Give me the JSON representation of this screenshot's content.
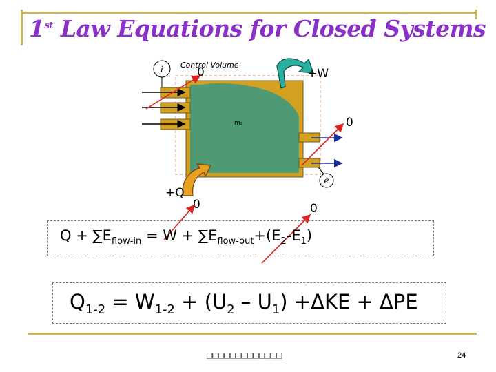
{
  "slide": {
    "title_main": "1",
    "title_sup": "st",
    "title_rest": " Law Equations for Closed Systems",
    "footer_text": "□□□□□□□□□□□□□",
    "page_number": "24"
  },
  "diagram": {
    "inlet_label": "i",
    "exit_label": "e",
    "control_volume_label": "Control Volume",
    "mass_label": "m₂",
    "work_label": "+W",
    "heat_label": "+Q",
    "zero_top": "0",
    "zero_right": "0",
    "zero_heat": "0",
    "zero_bottom": "0"
  },
  "equations": {
    "eq1": {
      "q": "Q + ∑E",
      "sub_in": "flow-in",
      "mid": " = W + ∑E",
      "sub_out": "flow-out",
      "plus_paren": "+(E",
      "sub2": "2",
      "minus": "-E",
      "sub1": "1",
      "close": ")"
    },
    "eq2": {
      "q": "Q",
      "q_sub": "1-2",
      "eq_w": " = W",
      "w_sub": "1-2",
      "plus_u": " + (U",
      "u2_sub": "2",
      "minus_u": " – U",
      "u1_sub": "1",
      "rest": ") +ΔKE + ΔPE"
    }
  },
  "colors": {
    "title": "#8b2fc9",
    "frame": "#c8b45a",
    "tank_gold": "#d4a020",
    "tank_fluid": "#4f9a74",
    "arrow_red": "#e02020",
    "arrow_blue": "#1a2f9c",
    "work_arrow": "#2ab0a0",
    "heat_arrow": "#e8a020"
  }
}
